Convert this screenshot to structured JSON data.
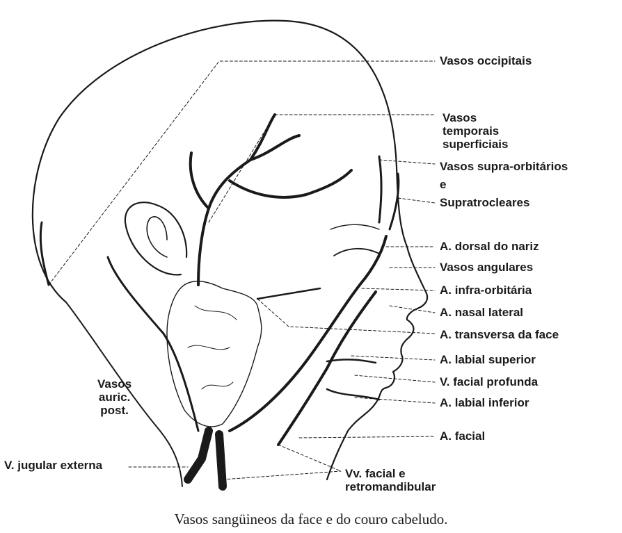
{
  "colors": {
    "ink": "#1a1a1a",
    "paper": "#ffffff"
  },
  "labels": {
    "vasos_occipitais": "Vasos occipitais",
    "vasos_temporais": "Vasos\ntemporais\nsuperficiais",
    "vasos_supra_orbitarios": "Vasos supra-orbitários",
    "conj_e": "e",
    "supratrocleares": "Supratrocleares",
    "a_dorsal_nariz": "A. dorsal do nariz",
    "vasos_angulares": "Vasos angulares",
    "a_infra_orbitaria": "A. infra-orbitária",
    "a_nasal_lateral": "A. nasal lateral",
    "a_transversa_face": "A. transversa da face",
    "a_labial_superior": "A. labial superior",
    "v_facial_profunda": "V. facial profunda",
    "a_labial_inferior": "A. labial inferior",
    "a_facial": "A. facial",
    "vasos_auric_post": "Vasos\nauric.\npost.",
    "v_jugular_externa": "V. jugular externa",
    "vv_facial_retromandibular": "Vv. facial e\nretromandibular"
  },
  "caption": "Vasos sangüineos da face e do couro cabeludo."
}
